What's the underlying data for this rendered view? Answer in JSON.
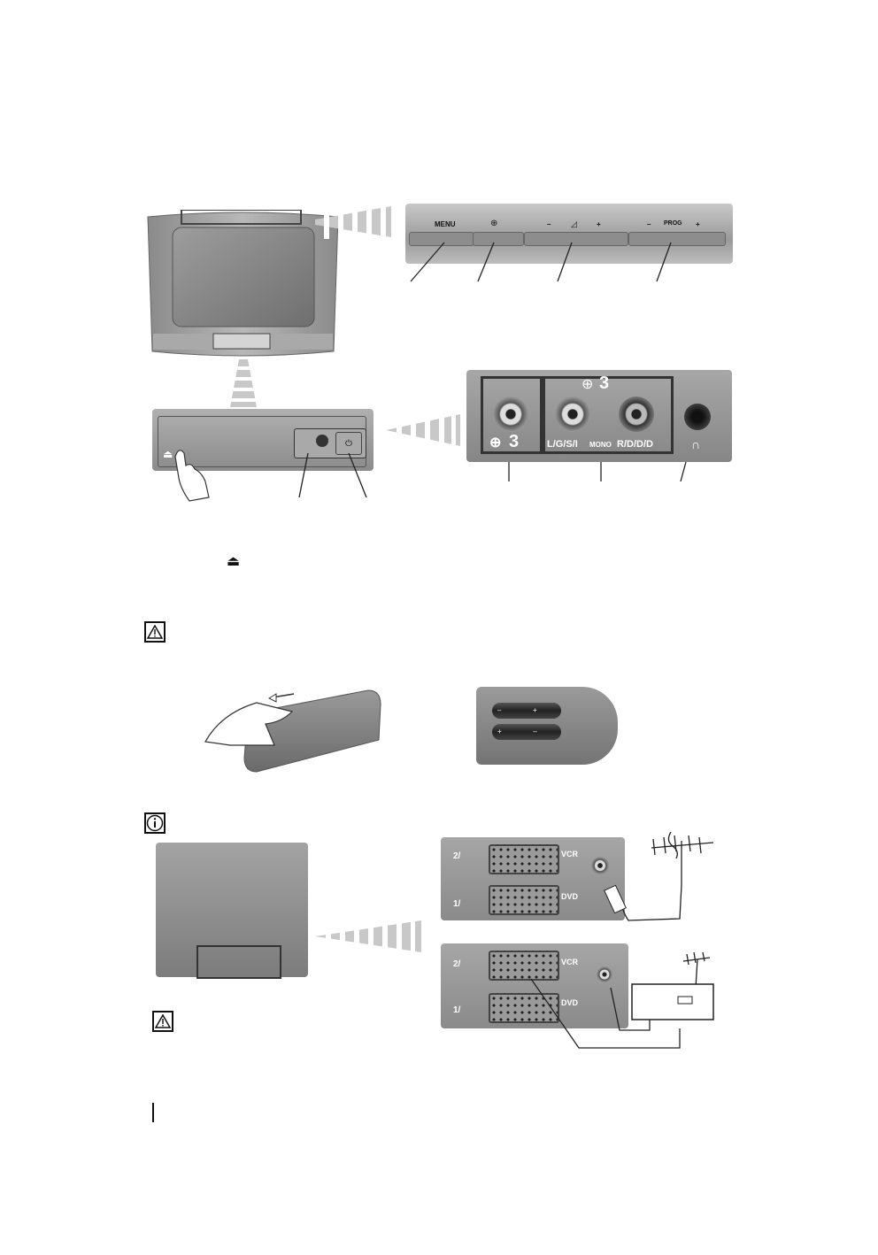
{
  "top_panel": {
    "menu_label": "MENU",
    "vol_minus": "–",
    "vol_plus": "+",
    "prog_minus": "–",
    "prog_label": "PROG",
    "prog_plus": "+"
  },
  "front_jacks": {
    "video_label": "3",
    "group_label": "3",
    "left_label": "L/G/S/I",
    "mono_label": "MONO",
    "right_label": "R/D/D/D"
  },
  "rear_panel": {
    "scart2_label": "2/",
    "scart1_label": "1/",
    "vcr_label": "VCR",
    "dvd_label": "DVD",
    "scart2b_label": "2/",
    "scart1b_label": "1/",
    "vcr_b_label": "VCR",
    "dvd_b_label": "DVD"
  },
  "colors": {
    "photo_gray": "#8e8e8e",
    "ink": "#111111"
  },
  "icons": [
    "warning-icon",
    "info-icon",
    "open-arrow-icon",
    "headphone-icon",
    "input-icon"
  ]
}
